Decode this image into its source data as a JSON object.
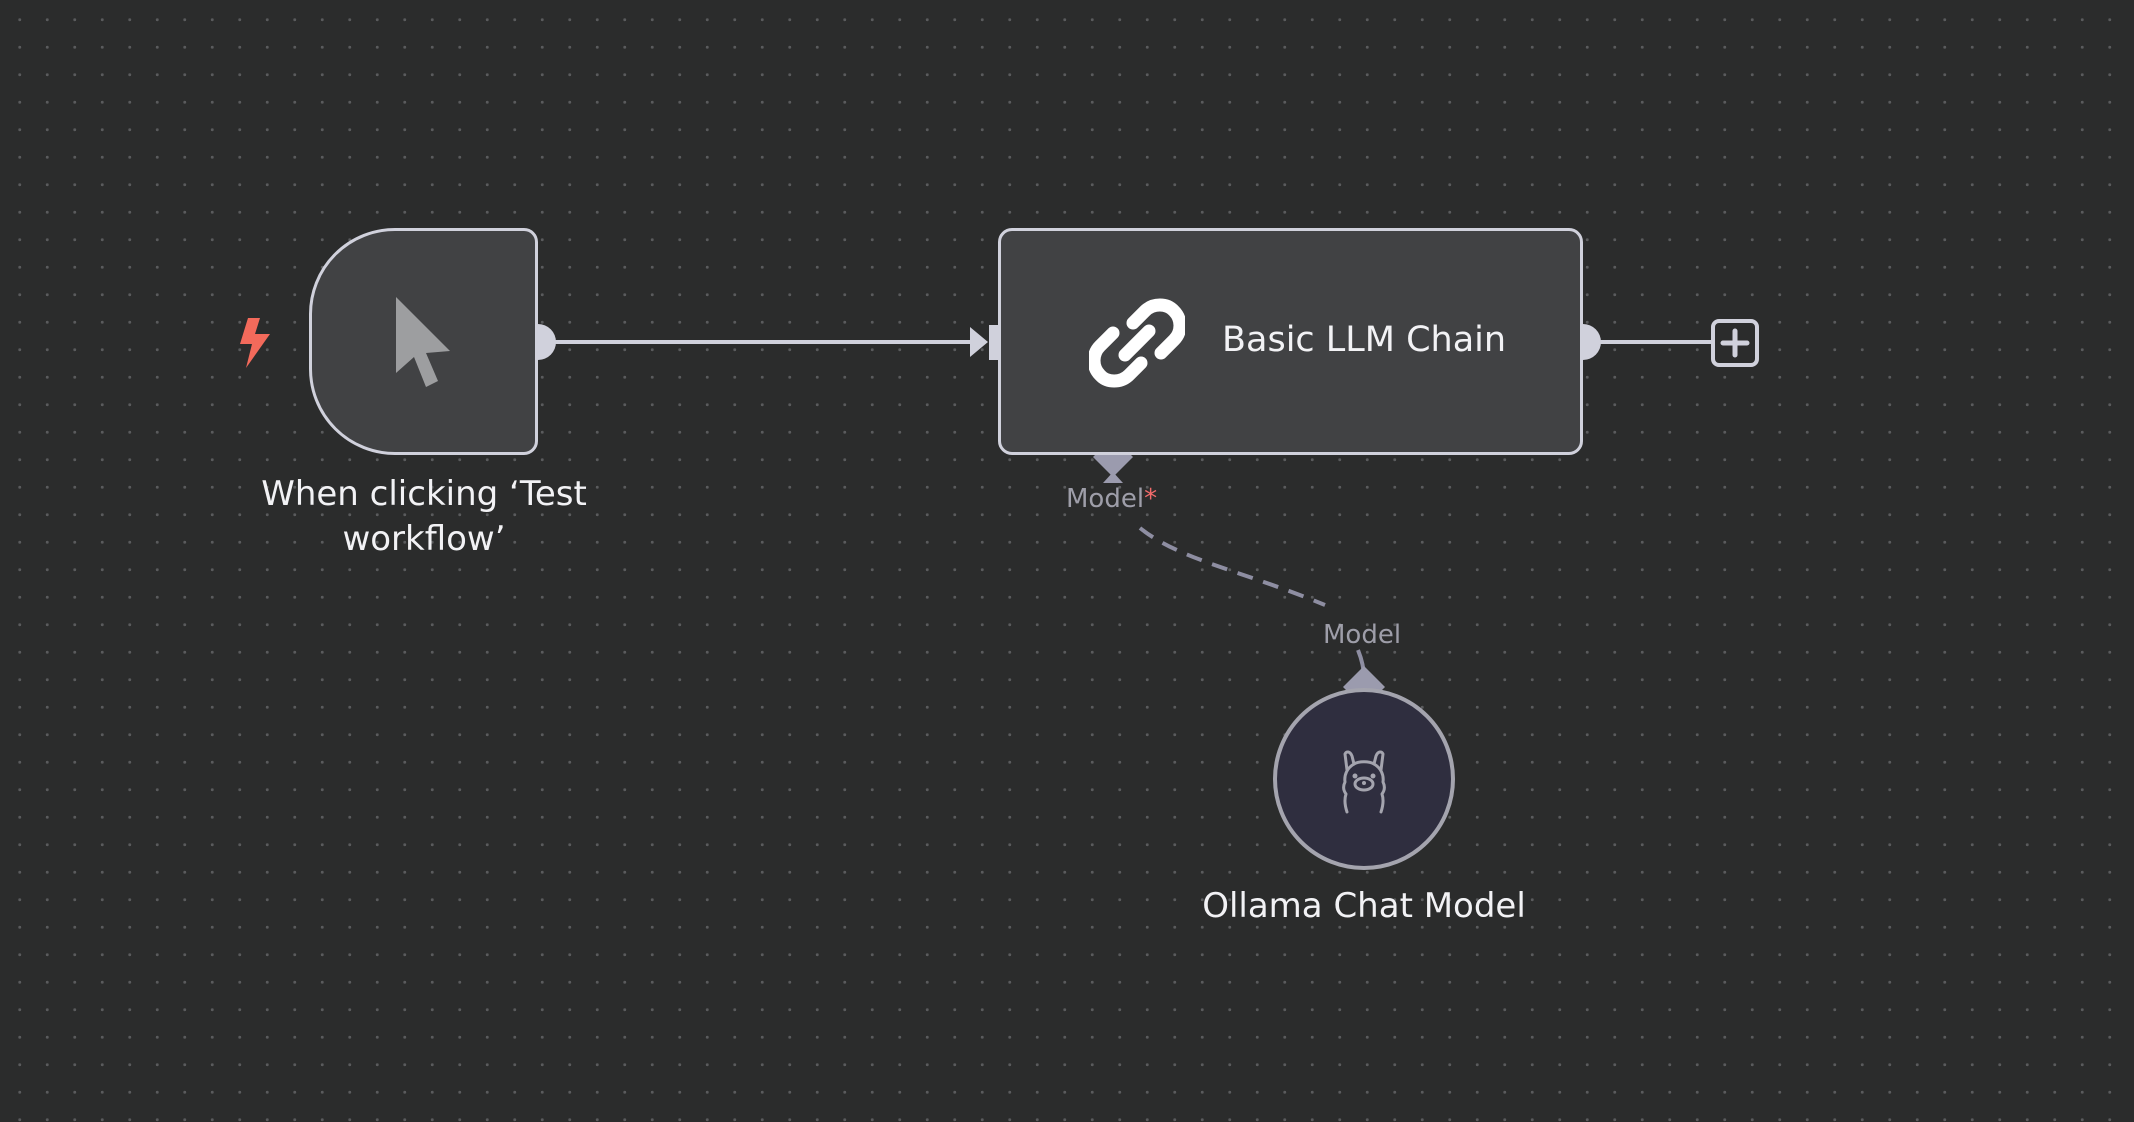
{
  "canvas": {
    "background": "#2b2c2c",
    "dot_color": "#5a5b5d"
  },
  "nodes": {
    "trigger": {
      "label": "When clicking ‘Test\nworkflow’",
      "icon": "cursor-arrow-icon",
      "badge_icon": "lightning-bolt-icon",
      "badge_color": "#f36a5b"
    },
    "chain": {
      "label": "Basic LLM Chain",
      "icon": "link-chain-icon",
      "model_port_label": "Model",
      "required_marker": "*"
    },
    "model": {
      "label": "Ollama Chat Model",
      "icon": "ollama-llama-icon",
      "port_label": "Model"
    }
  },
  "colors": {
    "node_fill": "#414244",
    "node_border": "#d0d1dc",
    "edge": "#d0d1dc",
    "ai_edge": "#8e8ea2",
    "model_fill": "#2f2e3f",
    "required": "#f26b6b",
    "text": "#f2f2f5"
  }
}
